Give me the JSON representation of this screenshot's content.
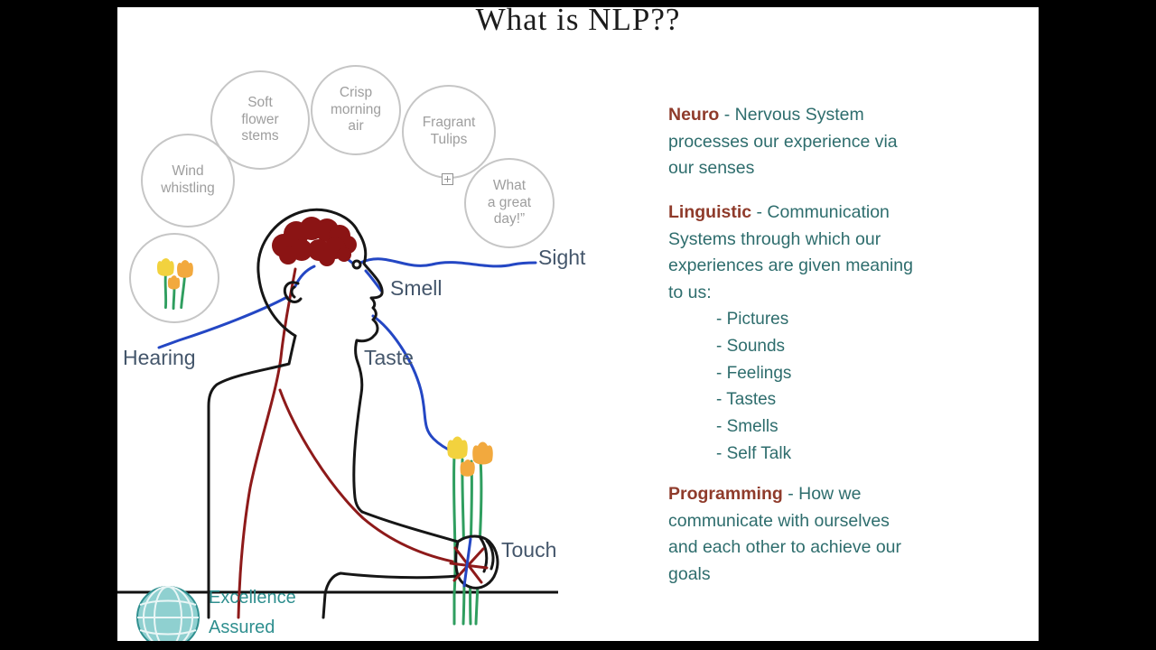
{
  "title": "What is NLP??",
  "bubbles": [
    {
      "label": "Wind\nwhistling"
    },
    {
      "label": "Soft\nflower\nstems"
    },
    {
      "label": "Crisp\nmorning\nair"
    },
    {
      "label": "Fragrant\nTulips"
    },
    {
      "label": "What\na great\nday!”"
    }
  ],
  "senses": [
    {
      "label": "Sight"
    },
    {
      "label": "Smell"
    },
    {
      "label": "Taste"
    },
    {
      "label": "Hearing"
    },
    {
      "label": "Touch"
    }
  ],
  "definitions": [
    {
      "term": "Neuro",
      "body": " - Nervous System\nprocesses our experience via\nour senses"
    },
    {
      "term": "Linguistic",
      "body": " - Communication\nSystems through which our\nexperiences are given meaning\nto us:",
      "items": [
        "- Pictures",
        "- Sounds",
        "- Feelings",
        "- Tastes",
        "- Smells",
        "- Self Talk"
      ]
    },
    {
      "term": "Programming",
      "body": " - How we\ncommunicate with ourselves\nand each other to achieve our\ngoals"
    }
  ],
  "logo": {
    "line1": "Excellence",
    "line2": "Assured"
  },
  "colors": {
    "title-text": "#1c1c1c",
    "term": "#8f3b2b",
    "body-text": "#2e6d6d",
    "sense-label": "#44566b",
    "bubble-text": "#9e9e9e",
    "bubble-border": "#c6c6c6",
    "nerve-blue": "#2447c4",
    "artery-red": "#8e1a1a",
    "brain-red": "#8b1414",
    "stem-green": "#2f9e5f",
    "tulip-yellow": "#f2d23e",
    "tulip-orange": "#f2a93e",
    "logo-teal": "#2f8f8f",
    "ink": "#161616"
  }
}
